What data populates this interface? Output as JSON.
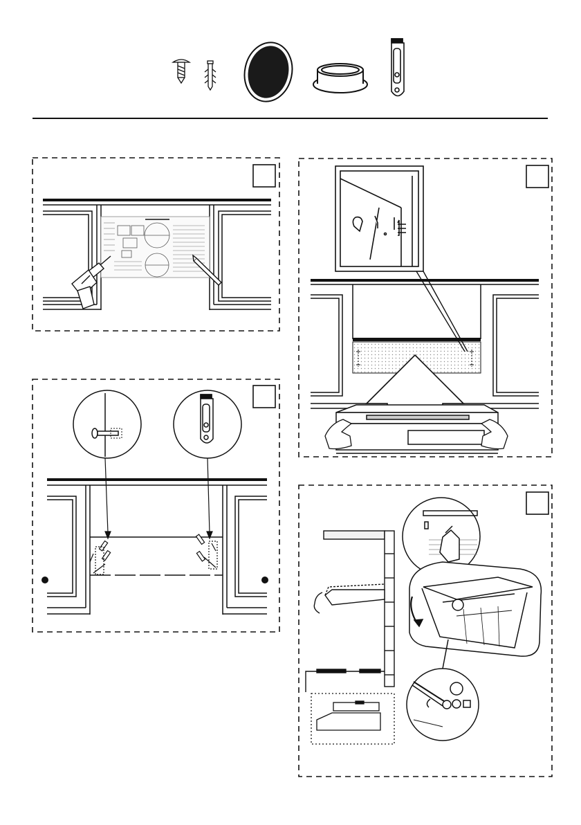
{
  "page": {
    "type": "installation-instructions",
    "background": "#ffffff",
    "ink": "#111111"
  },
  "parts": [
    {
      "name": "screw"
    },
    {
      "name": "wall-plug"
    },
    {
      "name": "grease-filter-disc"
    },
    {
      "name": "duct-collar"
    },
    {
      "name": "hanging-bracket"
    }
  ],
  "steps": [
    {
      "id": "step-1",
      "text": "",
      "shows": "paper-template-taped-under-cabinets-drilling"
    },
    {
      "id": "step-2",
      "text": "",
      "shows": "wall-plugs-screws-and-brackets-fixed"
    },
    {
      "id": "step-3",
      "text": "",
      "shows": "hood-lifted-onto-brackets"
    },
    {
      "id": "step-4",
      "text": "",
      "shows": "hood-fixed-and-front-panel-opened"
    }
  ],
  "colors": {
    "line": "#111111",
    "fill_light": "#eeeeee",
    "dots": "#999999"
  }
}
